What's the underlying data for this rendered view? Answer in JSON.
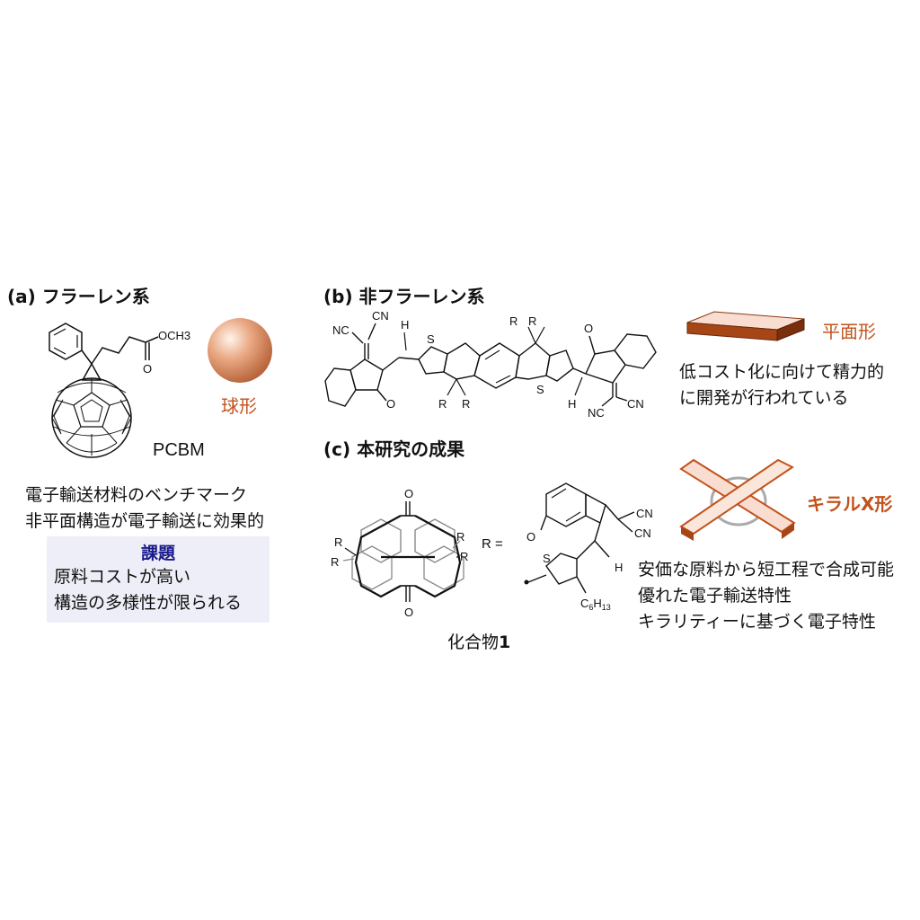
{
  "section_a": {
    "heading": "(a) フラーレン系",
    "shape_label": "球形",
    "molecule_label": "PCBM",
    "substituent_label": "OCH3",
    "description": [
      "電子輸送材料のベンチマーク",
      "非平面構造が電子輸送に効果的"
    ],
    "issue_title": "課題",
    "issues": [
      "原料コストが高い",
      "構造の多様性が限られる"
    ]
  },
  "section_b": {
    "heading": "(b) 非フラーレン系",
    "shape_label": "平面形",
    "description": [
      "低コスト化に向けて精力的",
      "に開発が行われている"
    ],
    "atom_labels": {
      "nc": "NC",
      "cn": "CN",
      "h": "H",
      "s": "S",
      "o": "O",
      "r": "R"
    }
  },
  "section_c": {
    "heading": "(c) 本研究の成果",
    "shape_label": "キラルX形",
    "compound_label_prefix": "化合物",
    "compound_label_number": "1",
    "r_equals": "R =",
    "hexyl_main": "C",
    "hexyl_sub1": "6",
    "hexyl_sub2": "H",
    "hexyl_sub3": "13",
    "description": [
      "安価な原料から短工程で合成可能",
      "優れた電子輸送特性",
      "キラリティーに基づく電子特性"
    ]
  },
  "colors": {
    "accent": "#c2521c",
    "issue_title": "#1a1a8a",
    "issue_bg": "#eeeef8",
    "sphere": "#e8a782",
    "slab_top": "#f7ddd0",
    "slab_side": "#8a3b12"
  }
}
